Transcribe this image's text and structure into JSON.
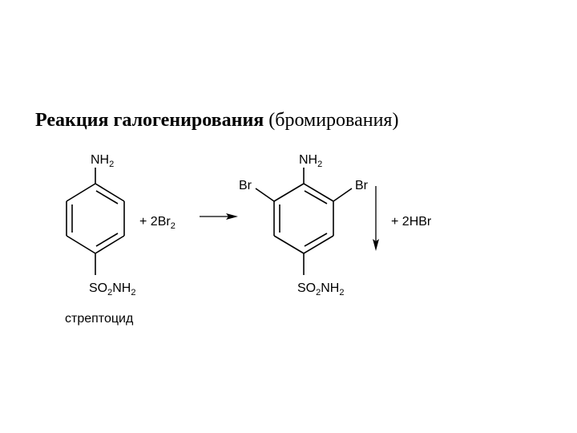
{
  "title": {
    "bold_part": "Реакция галогенирования",
    "regular_part": "(бромирования)"
  },
  "reactant": {
    "top_group": {
      "main": "NH",
      "sub": "2"
    },
    "bottom_group": {
      "part1": "SO",
      "sub1": "2",
      "part2": "NH",
      "sub2": "2"
    },
    "name": "стрептоцид"
  },
  "reagent": {
    "main": "+ 2Br",
    "sub": "2"
  },
  "product": {
    "top_group": {
      "main": "NH",
      "sub": "2"
    },
    "left_substituent": "Br",
    "right_substituent": "Br",
    "bottom_group": {
      "part1": "SO",
      "sub1": "2",
      "part2": "NH",
      "sub2": "2"
    }
  },
  "byproduct": {
    "text": "+ 2HBr"
  },
  "colors": {
    "text": "#000000",
    "background": "#ffffff"
  }
}
